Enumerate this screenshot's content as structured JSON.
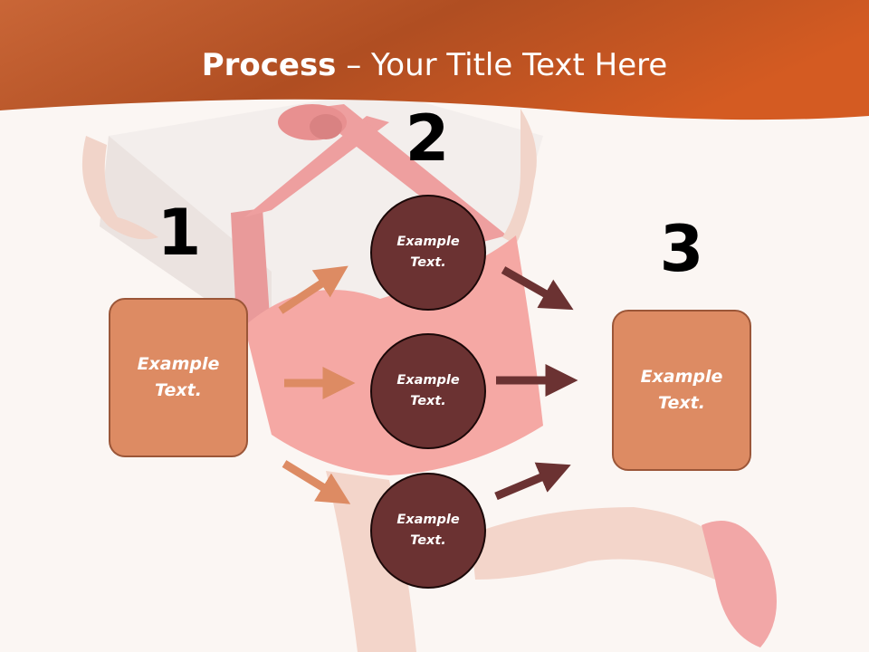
{
  "title": {
    "bold": "Process",
    "rest": " – Your Title Text Here"
  },
  "steps": {
    "step1": {
      "number": "1",
      "box_text": "Example\nText."
    },
    "step2": {
      "number": "2",
      "circles": [
        "Example\nText.",
        "Example\nText.",
        "Example\nText."
      ]
    },
    "step3": {
      "number": "3",
      "box_text": "Example\nText."
    }
  },
  "colors": {
    "header": "#c75a2a",
    "box_fill": "#dd8b63",
    "circle_fill": "#6b3232",
    "arrow_in": "#dd8b63",
    "arrow_out": "#6b3232"
  },
  "icons": {
    "background_photo": "woman-holding-gift-box-illustration"
  }
}
